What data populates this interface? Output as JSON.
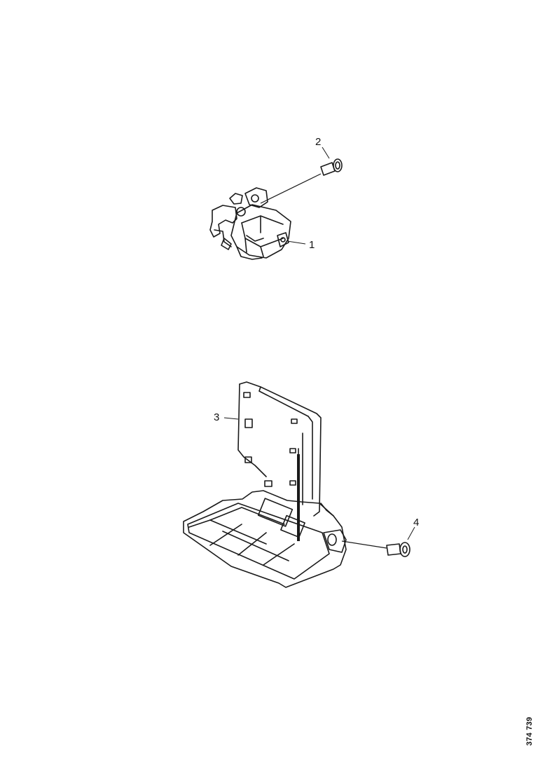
{
  "callouts": {
    "part_1": "1",
    "part_2": "2",
    "part_3": "3",
    "part_4": "4"
  },
  "drawing_number": "374 739",
  "colors": {
    "line": "#1a1a1a",
    "background": "#ffffff"
  }
}
